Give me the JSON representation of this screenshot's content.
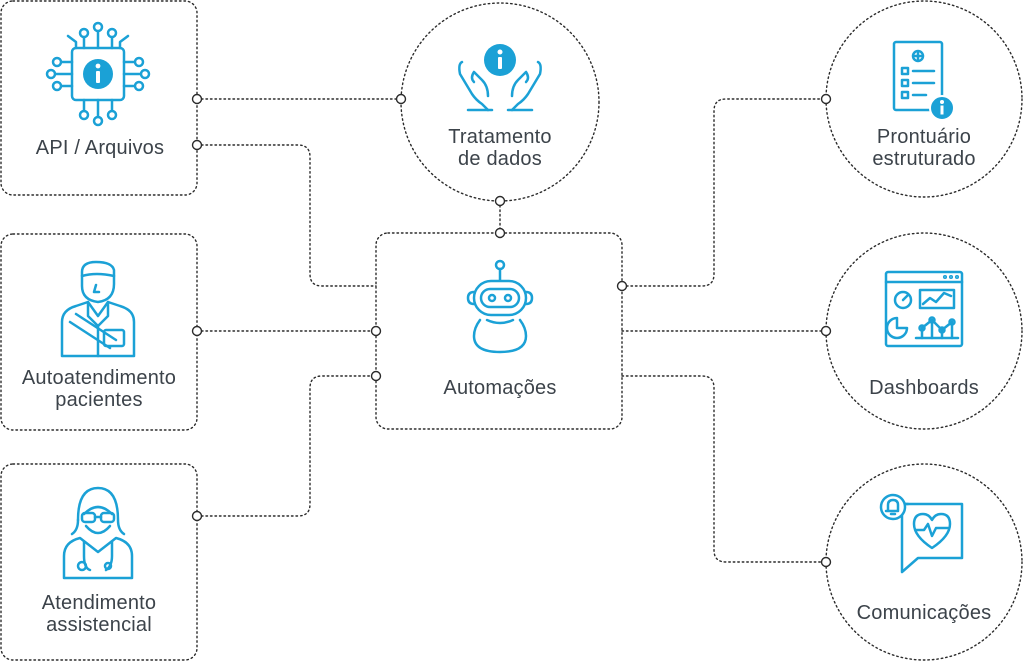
{
  "colors": {
    "accent": "#1ba1d6",
    "outline": "#2b2b2b",
    "text": "#3c434a"
  },
  "nodes": {
    "api": {
      "label": "API / Arquivos",
      "icon": "chip-info-icon"
    },
    "auto_pacientes": {
      "line1": "Autoatendimento",
      "line2": "pacientes",
      "icon": "patient-icon"
    },
    "atendimento": {
      "line1": "Atendimento",
      "line2": "assistencial",
      "icon": "nurse-icon"
    },
    "tratamento": {
      "line1": "Tratamento",
      "line2": "de dados",
      "icon": "hands-info-icon"
    },
    "automacoes": {
      "label": "Automações",
      "icon": "robot-icon"
    },
    "prontuario": {
      "line1": "Prontuário",
      "line2": "estruturado",
      "icon": "medical-record-icon"
    },
    "dashboards": {
      "label": "Dashboards",
      "icon": "dashboard-icon"
    },
    "comunicacoes": {
      "label": "Comunicações",
      "icon": "chat-heart-bell-icon"
    }
  }
}
